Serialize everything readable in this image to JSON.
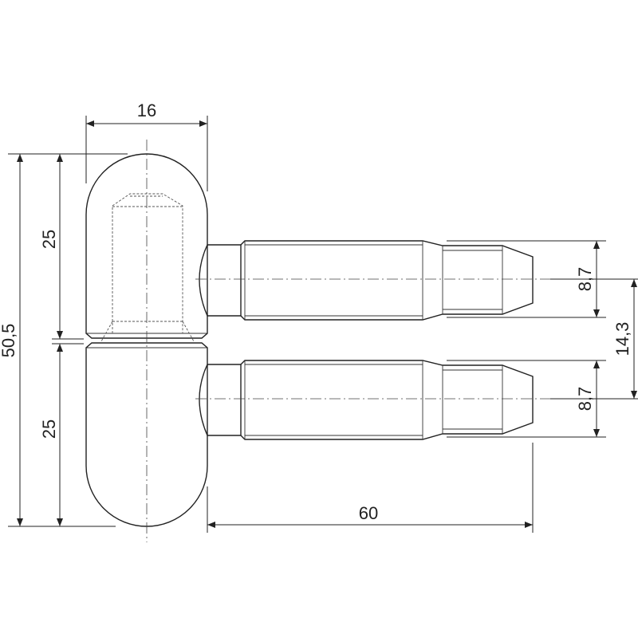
{
  "dimensions": {
    "knuckle_width": "16",
    "total_height": "50,5",
    "upper_knuckle_height": "25",
    "lower_knuckle_height": "25",
    "pin_length": "60",
    "upper_pin_diameter": "8,7",
    "lower_pin_diameter": "8,7",
    "pin_spacing": "14,3"
  }
}
